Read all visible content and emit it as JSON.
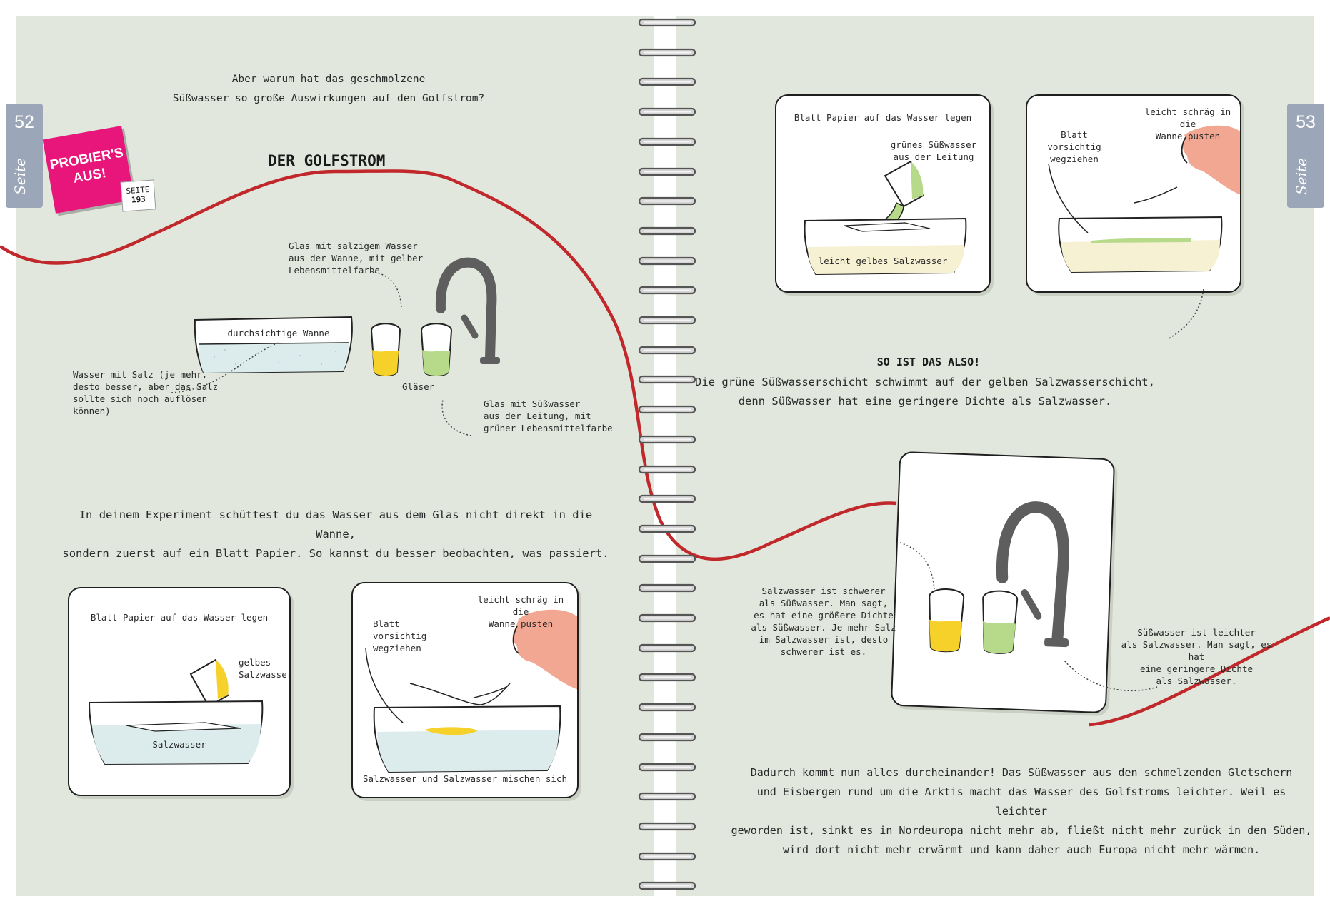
{
  "left_page": {
    "tab": {
      "number": "52",
      "word": "Seite"
    },
    "intro_question": [
      "Aber warum hat das geschmolzene",
      "Süßwasser so große Auswirkungen auf den Golfstrom?"
    ],
    "heading": "DER GOLFSTROM",
    "sticker": {
      "line1": "PROBIER'S",
      "line2": "AUS!",
      "ref_label": "SEITE",
      "ref_page": "193"
    },
    "setup": {
      "label_glass_salt": [
        "Glas mit salzigem Wasser",
        "aus der Wanne, mit gelber",
        "Lebensmittelfarbe"
      ],
      "label_tub": "durchsichtige Wanne",
      "label_salt_water": [
        "Wasser mit Salz (je mehr,",
        "desto besser, aber das Salz",
        "sollte sich noch auflösen können)"
      ],
      "label_glasses": "Gläser",
      "label_glass_fresh": [
        "Glas mit Süßwasser",
        "aus der Leitung, mit",
        "grüner Lebensmittelfarbe"
      ]
    },
    "paragraph": [
      "In deinem Experiment schüttest du das Wasser aus dem Glas nicht direkt in die Wanne,",
      "sondern zuerst auf ein Blatt Papier. So kannst du besser beobachten, was passiert."
    ],
    "panel1": {
      "title": "Blatt Papier auf das Wasser legen",
      "pour_label": [
        "gelbes",
        "Salzwasser"
      ],
      "tub_label": "Salzwasser"
    },
    "panel2": {
      "blow_label": [
        "leicht schräg in die",
        "Wanne pusten"
      ],
      "pull_label": [
        "Blatt",
        "vorsichtig",
        "wegziehen"
      ],
      "bottom_label": "Salzwasser und Salzwasser mischen sich"
    }
  },
  "right_page": {
    "tab": {
      "number": "53",
      "word": "Seite"
    },
    "panel1": {
      "title": "Blatt Papier auf das Wasser legen",
      "pour_label": [
        "grünes Süßwasser",
        "aus der Leitung"
      ],
      "tub_label": "leicht gelbes Salzwasser"
    },
    "panel2": {
      "blow_label": [
        "leicht schräg in die",
        "Wanne pusten"
      ],
      "pull_label": [
        "Blatt",
        "vorsichtig",
        "wegziehen"
      ]
    },
    "result_heading": "SO IST DAS ALSO!",
    "result_text": [
      "Die grüne Süßwasserschicht schwimmt auf der gelben Salzwasserschicht,",
      "denn Süßwasser hat eine geringere Dichte als Salzwasser."
    ],
    "density_left": [
      "Salzwasser ist schwerer",
      "als Süßwasser. Man sagt,",
      "es hat eine größere Dichte",
      "als Süßwasser. Je mehr Salz",
      "im Salzwasser ist, desto",
      "schwerer ist es."
    ],
    "density_right": [
      "Süßwasser ist leichter",
      "als Salzwasser. Man sagt, es hat",
      "eine geringere Dichte",
      "als Salzwasser."
    ],
    "conclusion": [
      "Dadurch kommt nun alles durcheinander! Das Süßwasser aus den schmelzenden Gletschern",
      "und Eisbergen rund um die Arktis macht das Wasser des Golfstroms leichter. Weil es leichter",
      "geworden ist, sinkt es in Nordeuropa nicht mehr ab, fließt nicht mehr zurück in den Süden,",
      "wird dort nicht mehr erwärmt und kann daher auch Europa nicht mehr wärmen."
    ]
  },
  "colors": {
    "page_bg": "#e1e7dc",
    "current_line": "#c0282b",
    "tab": "#9ba6b8",
    "sticker": "#e8167a",
    "yellow": "#f5d12a",
    "green": "#b7d98a",
    "faucet": "#5e5e5e",
    "skin": "#f2a792"
  }
}
